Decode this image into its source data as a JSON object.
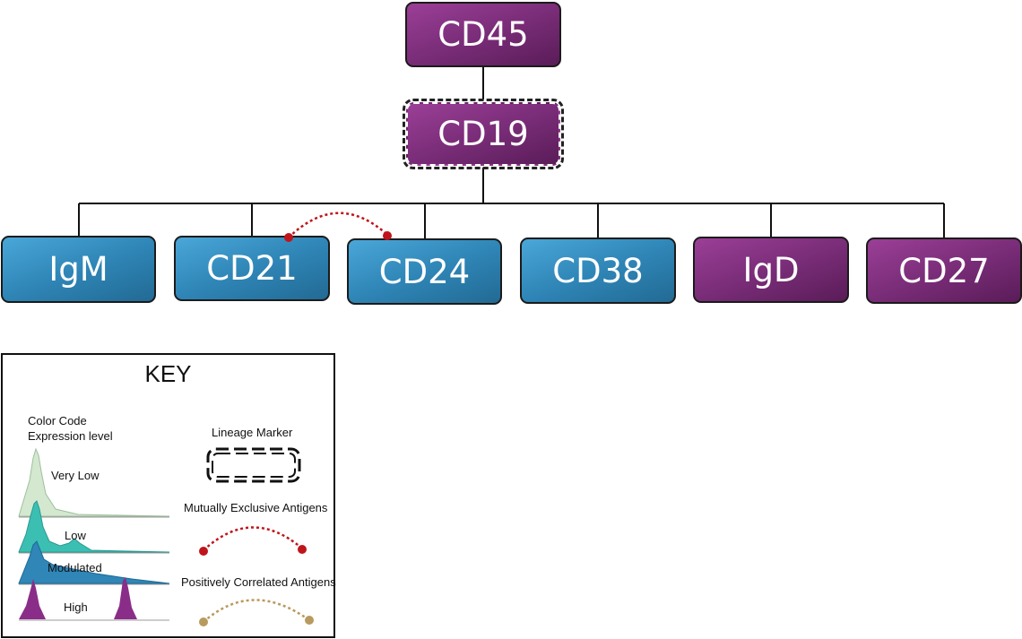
{
  "diagram": {
    "root": {
      "label": "CD45",
      "color": "#7a2d78"
    },
    "lineage": {
      "label": "CD19",
      "color": "#7a2d78"
    },
    "children": [
      {
        "label": "IgM",
        "color_code": "blue"
      },
      {
        "label": "CD21",
        "color_code": "blue"
      },
      {
        "label": "CD24",
        "color_code": "blue"
      },
      {
        "label": "CD38",
        "color_code": "blue"
      },
      {
        "label": "IgD",
        "color_code": "purple"
      },
      {
        "label": "CD27",
        "color_code": "purple"
      }
    ],
    "mutually_exclusive_link": [
      "CD21",
      "CD24"
    ],
    "colors": {
      "purple": "#7a2d78",
      "blue": "#2f86b7",
      "exclusive": "#c0141b",
      "correlated": "#b89a5e"
    }
  },
  "key": {
    "title": "KEY",
    "color_code_heading_1": "Color Code",
    "color_code_heading_2": "Expression level",
    "levels": [
      {
        "label": "Very Low",
        "color": "#cfe3c9"
      },
      {
        "label": "Low",
        "color": "#3dbfb4"
      },
      {
        "label": "Modulated",
        "color": "#2f86b7"
      },
      {
        "label": "High",
        "color": "#8a2d88"
      }
    ],
    "lineage_marker_label": "Lineage Marker",
    "mutually_exclusive_label": "Mutually Exclusive Antigens",
    "positively_correlated_label": "Positively Correlated Antigens"
  }
}
